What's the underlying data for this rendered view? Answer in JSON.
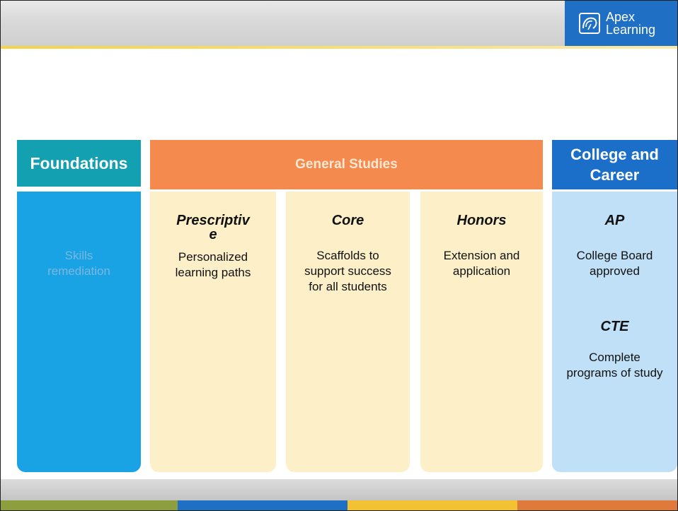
{
  "brand": {
    "line1": "Apex",
    "line2": "Learning",
    "colors": {
      "blue": "#1f6fc4",
      "teal": "#13a0b0",
      "cyan": "#1aa3e4",
      "orange": "#f58a4e",
      "cream": "#fdf0c8",
      "lightblue": "#bfe0f7"
    }
  },
  "foundations": {
    "title": "Foundations",
    "body": "Skills remediation"
  },
  "general_studies": {
    "title": "General Studies",
    "columns": [
      {
        "title_a": "Prescriptiv",
        "title_b": "e",
        "body": "Personalized learning paths"
      },
      {
        "title": "Core",
        "body": "Scaffolds to support success for all students"
      },
      {
        "title": "Honors",
        "body": "Extension and application"
      }
    ]
  },
  "college_career": {
    "title_a": "College and",
    "title_b": "Career",
    "items": [
      {
        "title": "AP",
        "body": "College Board approved"
      },
      {
        "title": "CTE",
        "body": "Complete programs of study"
      }
    ]
  },
  "icons": {
    "logo": "brain-logo-icon"
  }
}
